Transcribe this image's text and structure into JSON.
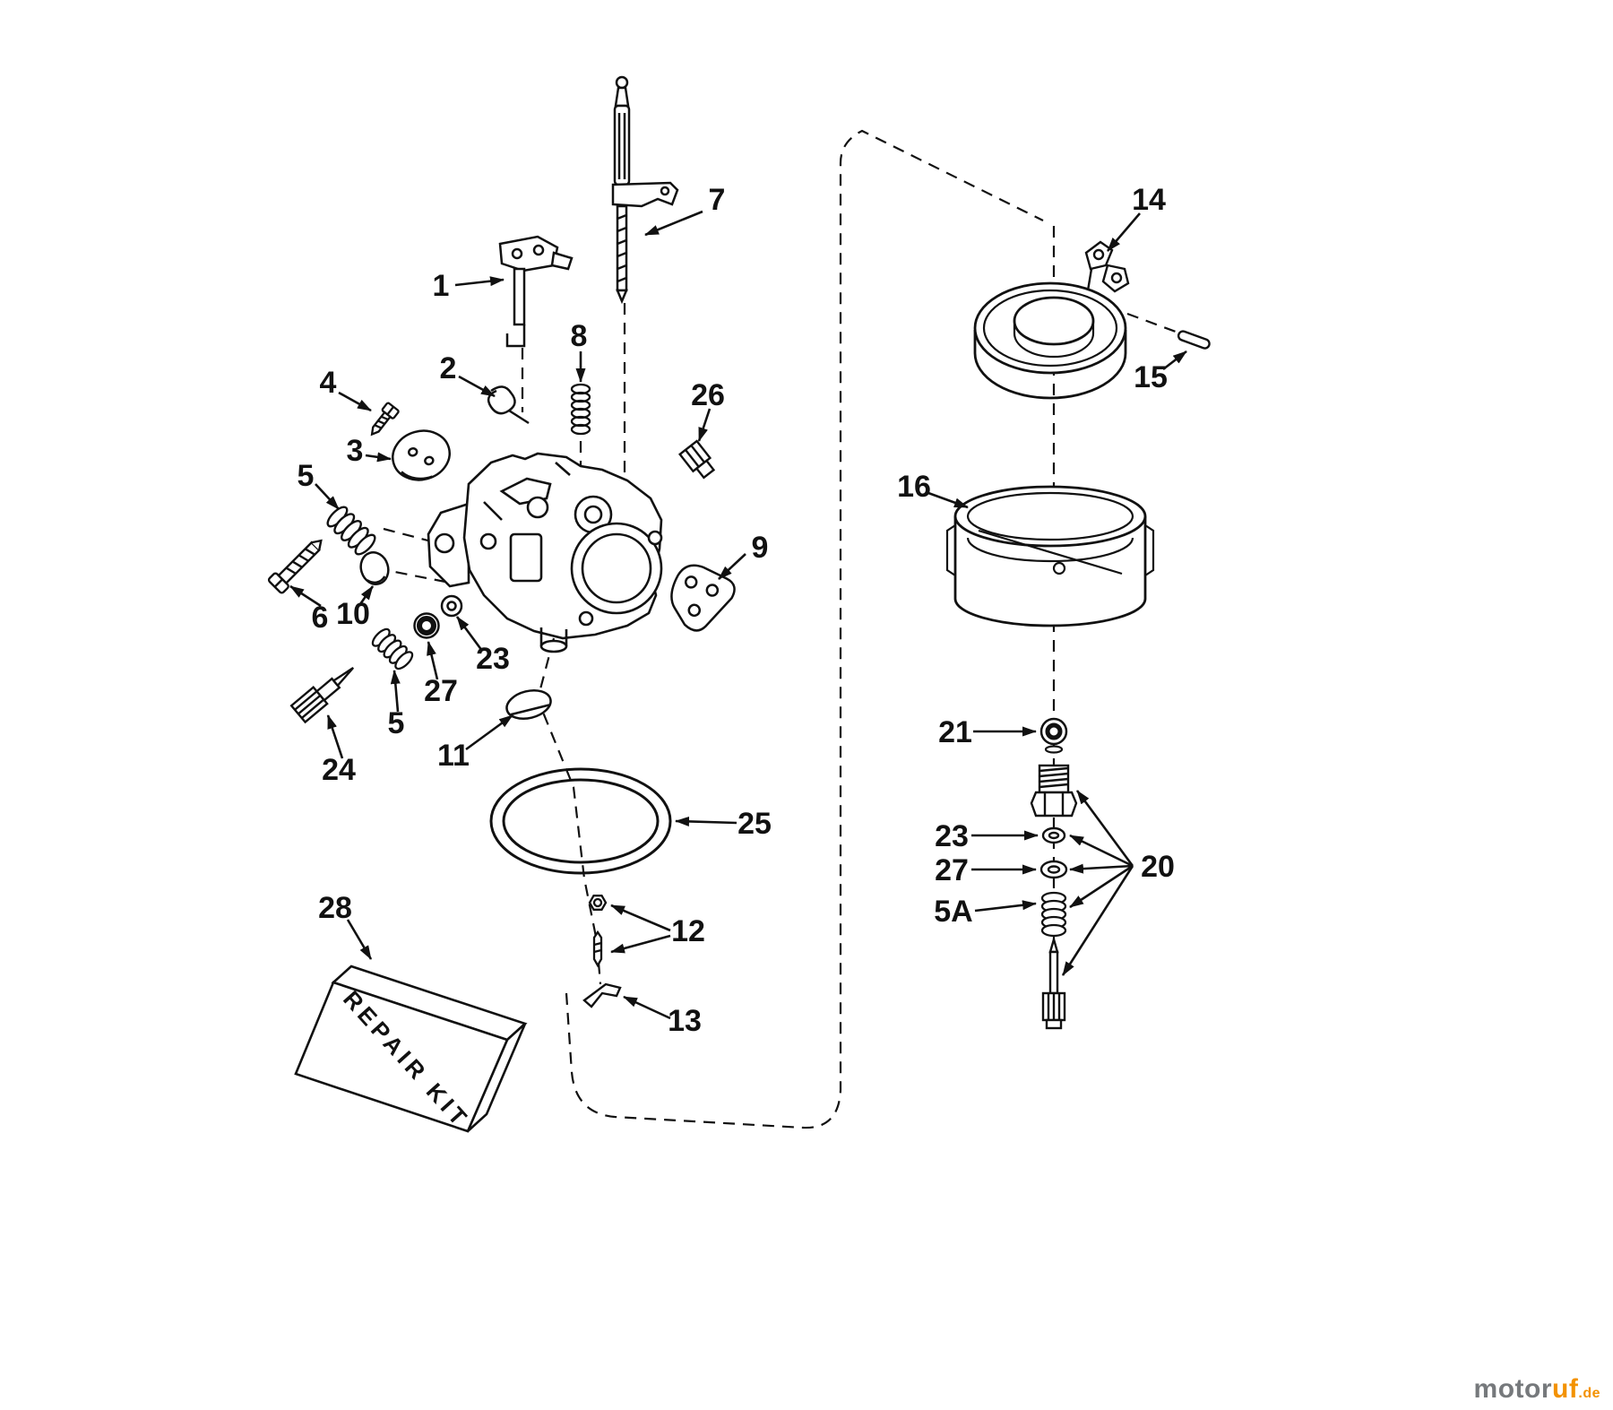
{
  "diagram": {
    "repair_kit_text": "REPAIR KIT",
    "callouts": [
      {
        "part": "1"
      },
      {
        "part": "2"
      },
      {
        "part": "3"
      },
      {
        "part": "4"
      },
      {
        "part": "5"
      },
      {
        "part": "5"
      },
      {
        "part": "5A"
      },
      {
        "part": "6"
      },
      {
        "part": "7"
      },
      {
        "part": "8"
      },
      {
        "part": "9"
      },
      {
        "part": "10"
      },
      {
        "part": "11"
      },
      {
        "part": "12"
      },
      {
        "part": "13"
      },
      {
        "part": "14"
      },
      {
        "part": "15"
      },
      {
        "part": "16"
      },
      {
        "part": "20"
      },
      {
        "part": "21"
      },
      {
        "part": "23"
      },
      {
        "part": "23"
      },
      {
        "part": "24"
      },
      {
        "part": "25"
      },
      {
        "part": "26"
      },
      {
        "part": "27"
      },
      {
        "part": "27"
      },
      {
        "part": "28"
      }
    ],
    "colors": {
      "ink": "#111111",
      "accent_orange": "#f39200",
      "brand_gray": "#76797c"
    }
  },
  "watermark": {
    "brand": "motor",
    "accent": "uf",
    "tld": ".de"
  }
}
